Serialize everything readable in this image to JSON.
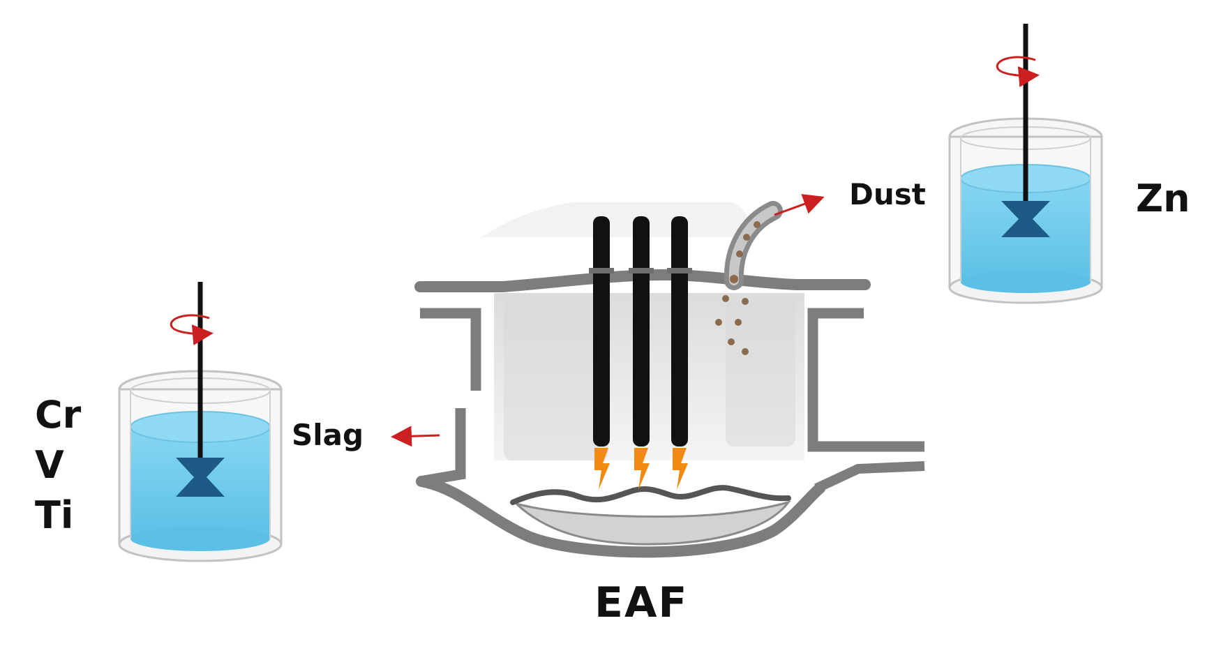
{
  "diagram": {
    "labels": {
      "metals_left": [
        "Cr",
        "V",
        "Ti"
      ],
      "metal_right": "Zn",
      "furnace": "EAF",
      "slag": "Slag",
      "dust": "Dust"
    },
    "icons": {
      "furnace": "electric-arc-furnace-icon",
      "electrodes": "graphite-electrode-icon",
      "arcs": "lightning-arc-icon",
      "leach_tanks": "stirred-tank-reactor-icon",
      "rotation": "rotation-arrow-icon",
      "flow": "arrow-icon"
    },
    "colors": {
      "liquid": "#6ccaeb",
      "impeller": "#1d5a86",
      "arrow": "#cc1f1f",
      "furnace_wall": "#8a8a8a",
      "electrode": "#111111",
      "arc": "#f28a12",
      "dust": "#8b6a4e"
    }
  }
}
